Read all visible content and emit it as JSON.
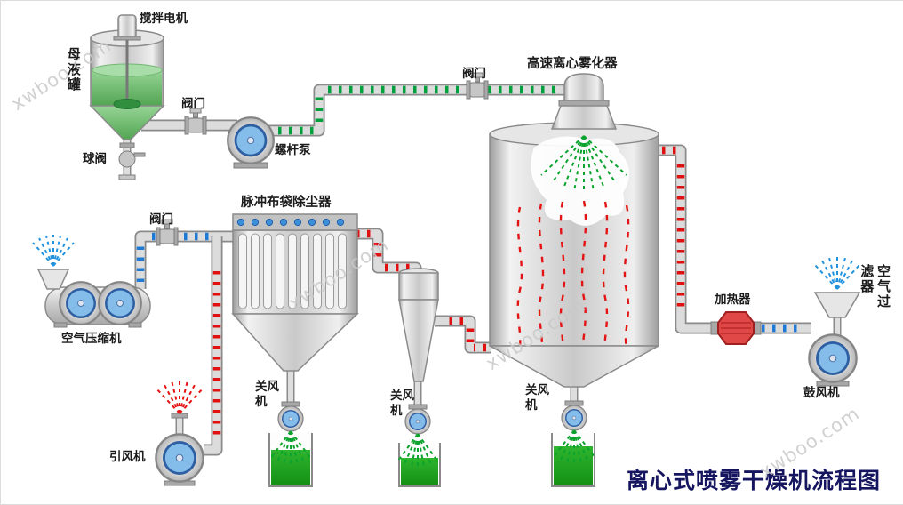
{
  "title": "离心式喷雾干燥机流程图",
  "watermark": "xwboo.com",
  "labels": {
    "stir_motor": "搅拌电机",
    "mother_tank": "母液罐",
    "ball_valve": "球阀",
    "feed_valve": "阀门",
    "screw_pump": "螺杆泵",
    "top_valve": "阀门",
    "atomizer": "高速离心雾化器",
    "bag_filter": "脉冲布袋除尘器",
    "air_valve": "阀门",
    "air_compressor": "空气压缩机",
    "induced_fan": "引风机",
    "rotary_valve": "关风\n机",
    "heater": "加热器",
    "air_filter": "空气过滤器",
    "blower": "鼓风机"
  },
  "colors": {
    "feed_line": "#00a03c",
    "cold_air_line": "#1e7ad2",
    "hot_air_line": "#e01010",
    "tank_liquid": "#7cc47c",
    "collected_liquid": "#1fa41f",
    "fan_blue": "#2e5fa3",
    "heater_red": "#e04848",
    "title_color": "#161660",
    "watermark_gray": "#c9c9c9"
  }
}
